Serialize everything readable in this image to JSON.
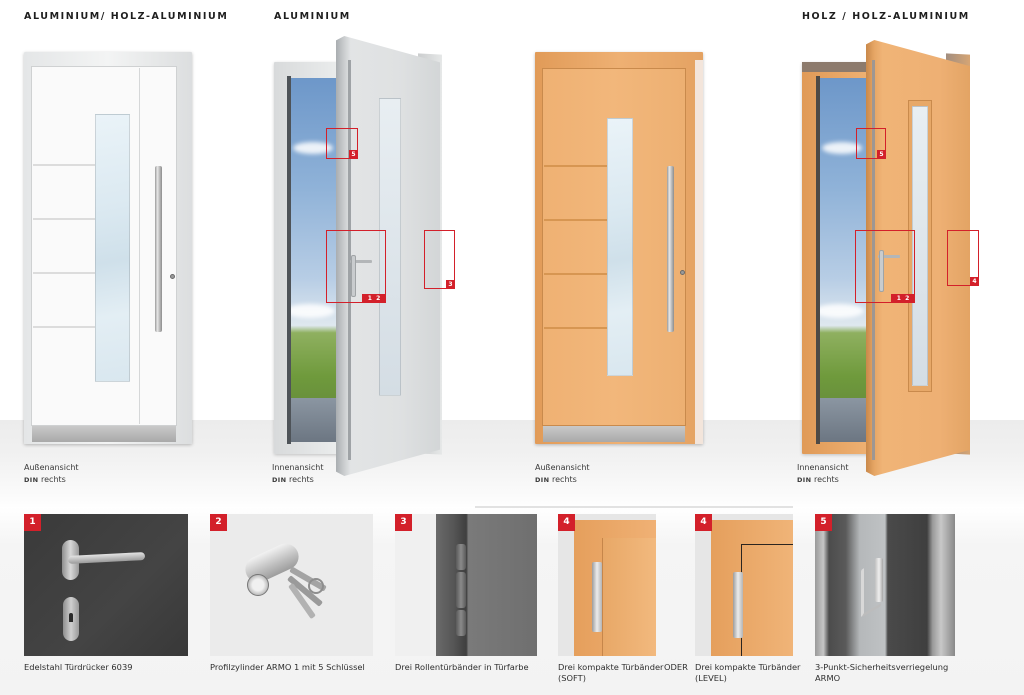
{
  "headings": {
    "col1": "ALUMINIUM/ HOLZ-ALUMINIUM",
    "col2": "ALUMINIUM",
    "col3": "HOLZ / HOLZ-ALUMINIUM"
  },
  "doors": [
    {
      "id": "white-exterior",
      "material": "Aluminium",
      "finish": "white",
      "view": "Außenansicht",
      "din_prefix": "DIN",
      "din_side": "rechts"
    },
    {
      "id": "white-interior",
      "material": "Aluminium",
      "finish": "light-grey",
      "view": "Innenansicht",
      "din_prefix": "DIN",
      "din_side": "rechts",
      "callouts": [
        {
          "label": "5"
        },
        {
          "label": "1  2"
        },
        {
          "label": "3"
        }
      ]
    },
    {
      "id": "wood-exterior",
      "material": "Holz",
      "finish": "beech",
      "view": "Außenansicht",
      "din_prefix": "DIN",
      "din_side": "rechts"
    },
    {
      "id": "wood-interior",
      "material": "Holz",
      "finish": "beech",
      "view": "Innenansicht",
      "din_prefix": "DIN",
      "din_side": "rechts",
      "callouts": [
        {
          "label": "5"
        },
        {
          "label": "1  2"
        },
        {
          "label": "4"
        }
      ]
    }
  ],
  "features": [
    {
      "badge": "1",
      "label": "Edelstahl Türdrücker 6039",
      "label2": ""
    },
    {
      "badge": "2",
      "label": "Profilzylinder ARMO 1 mit 5 Schlüssel",
      "label2": ""
    },
    {
      "badge": "3",
      "label": "Drei Rollentürbänder in Türfarbe",
      "label2": ""
    },
    {
      "badge": "4",
      "label": "Drei kompakte Türbänder",
      "label2": "(SOFT)"
    },
    {
      "badge": "4",
      "label": "Drei kompakte Türbänder",
      "label2": "(LEVEL)"
    },
    {
      "badge": "5",
      "label": "3-Punkt-Sicherheitsverriegelung",
      "label2": "ARMO"
    }
  ],
  "or_label": "ODER",
  "colors": {
    "accent_red": "#d3202a",
    "wood": "#eaa866",
    "white_door": "#f7f7f7",
    "grey_door": "#dcdedf",
    "dark_panel": "#3d3d3d"
  }
}
